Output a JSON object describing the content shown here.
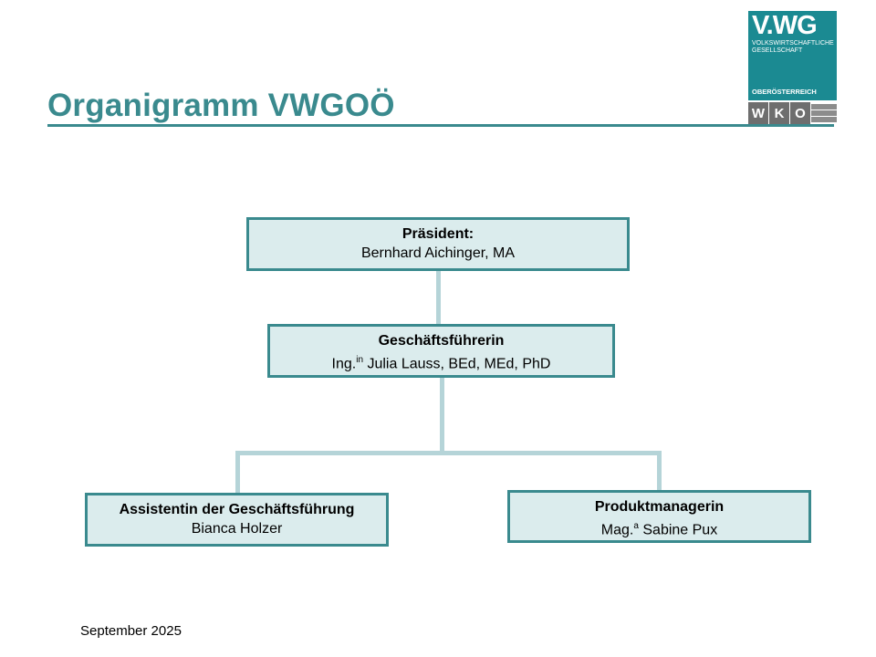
{
  "header": {
    "title": "Organigramm VWGOÖ"
  },
  "logo": {
    "brand": "V.WG",
    "subtitle_line1": "VOLKSWIRTSCHAFTLICHE",
    "subtitle_line2": "GESELLSCHAFT",
    "region": "OBERÖSTERREICH",
    "wko": [
      "W",
      "K",
      "O"
    ]
  },
  "org": {
    "president": {
      "role": "Präsident:",
      "name": "Bernhard Aichinger, MA"
    },
    "managing_director": {
      "role": "Geschäftsführerin",
      "name_prefix": "Ing.",
      "name_sup": "in",
      "name_rest": " Julia Lauss, BEd, MEd, PhD"
    },
    "assistant": {
      "role": "Assistentin der Geschäftsführung",
      "name": "Bianca Holzer"
    },
    "product_manager": {
      "role": "Produktmanagerin",
      "name_prefix": "Mag.",
      "name_sup": "a",
      "name_rest": " Sabine Pux"
    }
  },
  "footer": {
    "date": "September 2025"
  }
}
